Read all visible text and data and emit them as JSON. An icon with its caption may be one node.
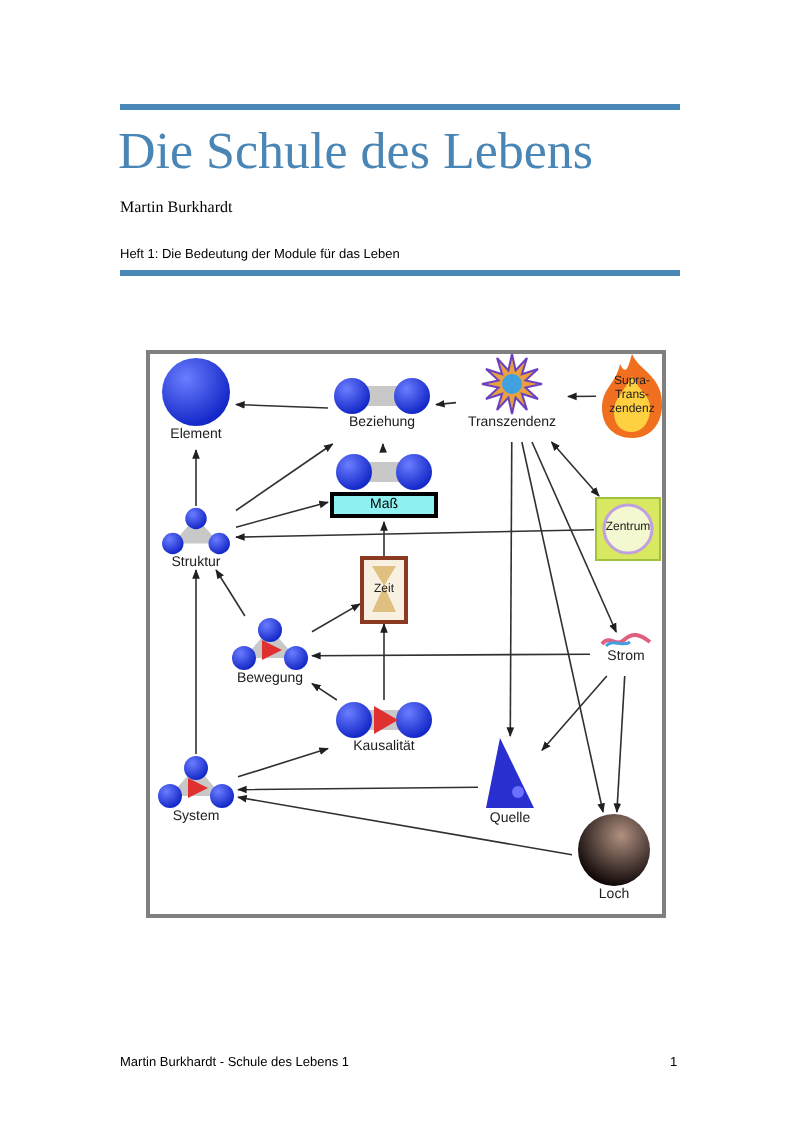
{
  "diagram": {
    "title": "Die Schule des Lebens",
    "nodes": [
      {
        "text": [
          "Element"
        ]
      },
      {
        "text": [
          "Beziehung"
        ]
      },
      {
        "text": [
          "Transzendenz"
        ]
      },
      {
        "text": [
          "Supra- Trans- zendenz"
        ]
      },
      {
        "text": [
          "Maß"
        ]
      },
      {
        "text": [
          "Struktur"
        ]
      },
      {
        "text": [
          "Zentrum"
        ]
      },
      {
        "text": [
          "Zeit"
        ]
      },
      {
        "text": [
          "Bewegung"
        ]
      },
      {
        "text": [
          "Strom"
        ]
      },
      {
        "text": [
          "Kausalität"
        ]
      },
      {
        "text": [
          "System"
        ]
      },
      {
        "text": [
          "Quelle"
        ]
      },
      {
        "text": [
          "Loch"
        ]
      }
    ],
    "edges": [
      {
        "from": 2,
        "to": 1,
        "arrow": "to"
      },
      {
        "from": 1,
        "to": 0,
        "arrow": "to"
      },
      {
        "from": 3,
        "to": 2,
        "arrow": "to"
      },
      {
        "from": 2,
        "to": 6,
        "arrow": "both"
      },
      {
        "from": 5,
        "to": 0,
        "arrow": "to"
      },
      {
        "from": 5,
        "to": 1,
        "arrow": "to"
      },
      {
        "from": 5,
        "to": 4,
        "arrow": "to"
      },
      {
        "from": 4,
        "to": 1,
        "arrow": "to"
      },
      {
        "from": 6,
        "to": 5,
        "arrow": "to"
      },
      {
        "from": 7,
        "to": 4,
        "arrow": "to"
      },
      {
        "from": 8,
        "to": 7,
        "arrow": "to"
      },
      {
        "from": 8,
        "to": 5,
        "arrow": "to"
      },
      {
        "from": 11,
        "to": 5,
        "arrow": "to"
      },
      {
        "from": 10,
        "to": 7,
        "arrow": "to"
      },
      {
        "from": 10,
        "to": 8,
        "arrow": "to"
      },
      {
        "from": 11,
        "to": 10,
        "arrow": "to"
      },
      {
        "from": 9,
        "to": 8,
        "arrow": "to"
      },
      {
        "from": 9,
        "to": 12,
        "arrow": "to"
      },
      {
        "from": 9,
        "to": 13,
        "arrow": "to"
      },
      {
        "from": 12,
        "to": 11,
        "arrow": "to"
      },
      {
        "from": 13,
        "to": 11,
        "arrow": "to"
      },
      {
        "from": 2,
        "to": 12,
        "arrow": "to"
      },
      {
        "from": 2,
        "to": 9,
        "arrow": "to"
      },
      {
        "from": 2,
        "to": 13,
        "arrow": "to"
      }
    ],
    "labels": [
      "Martin Burkhardt",
      "Heft 1: Die Bedeutung der Module für das Leben",
      "Martin Burkhardt - Schule des Lebens 1",
      "1"
    ]
  }
}
